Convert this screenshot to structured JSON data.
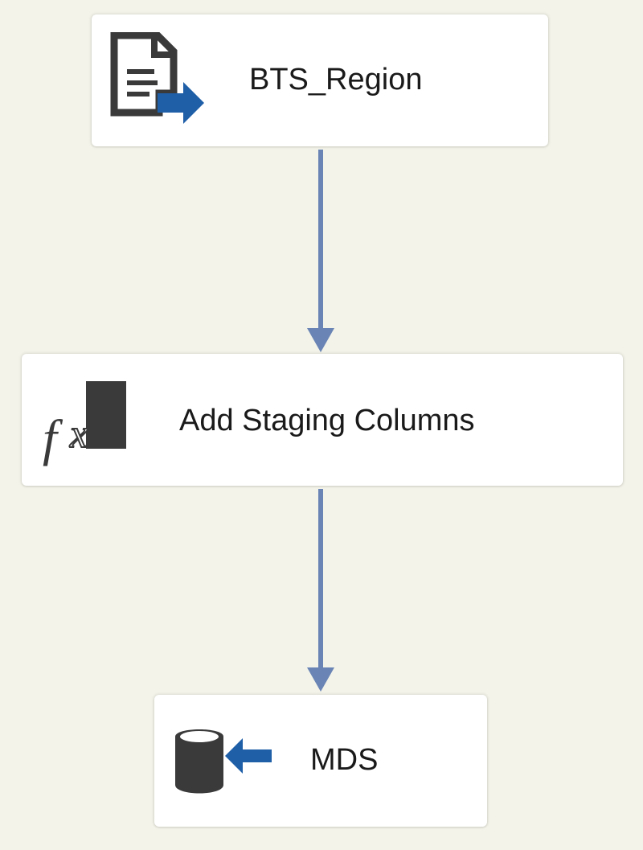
{
  "data_flow": {
    "components": [
      {
        "label": "BTS_Region",
        "icon": "flat-file-source-icon"
      },
      {
        "label": "Add Staging Columns",
        "icon": "derived-column-icon"
      },
      {
        "label": "MDS",
        "icon": "database-destination-icon"
      }
    ],
    "colors": {
      "background": "#f3f3e9",
      "node_background": "#ffffff",
      "connector": "#6a85b5",
      "icon_dark": "#3a3a3a",
      "arrow_blue": "#1f5fa8"
    }
  }
}
